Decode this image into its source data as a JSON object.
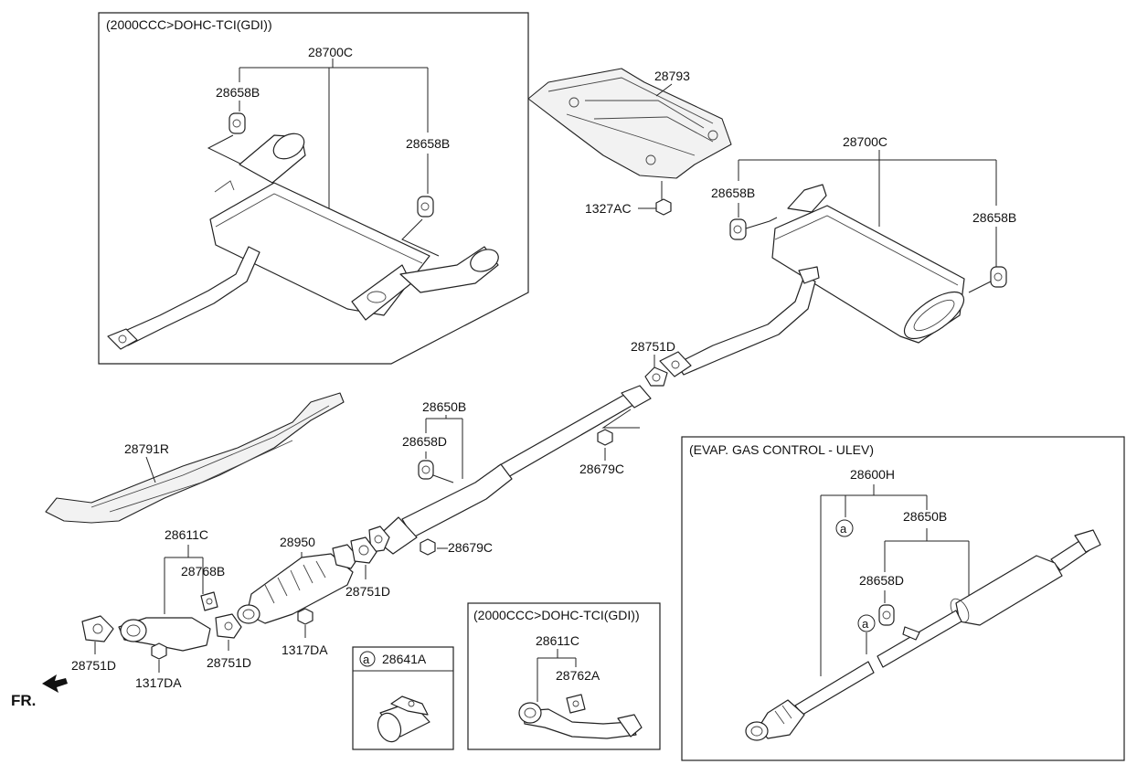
{
  "insets": {
    "top_left_title": "(2000CCC>DOHC-TCI(GDI))",
    "bottom_mid_title": "(2000CCC>DOHC-TCI(GDI))",
    "right_title": "(EVAP. GAS CONTROL - ULEV)",
    "clamp_ref": "a",
    "clamp_part": "28641A"
  },
  "parts": {
    "p28700C_a": "28700C",
    "p28658B_a": "28658B",
    "p28658B_b": "28658B",
    "p28793": "28793",
    "p1327AC": "1327AC",
    "p28700C_b": "28700C",
    "p28658B_c": "28658B",
    "p28658B_d": "28658B",
    "p28751D_a": "28751D",
    "p28650B_a": "28650B",
    "p28658D_a": "28658D",
    "p28679C_a": "28679C",
    "p28791R": "28791R",
    "p28611C_a": "28611C",
    "p28768B": "28768B",
    "p28950": "28950",
    "p28679C_b": "28679C",
    "p28751D_b": "28751D",
    "p28751D_c": "28751D",
    "p28751D_d": "28751D",
    "p1317DA_a": "1317DA",
    "p1317DA_b": "1317DA",
    "p28611C_b": "28611C",
    "p28762A": "28762A",
    "p28600H": "28600H",
    "p28650B_b": "28650B",
    "p28658D_b": "28658D",
    "ref_a1": "a",
    "ref_a2": "a"
  },
  "direction_label": "FR."
}
